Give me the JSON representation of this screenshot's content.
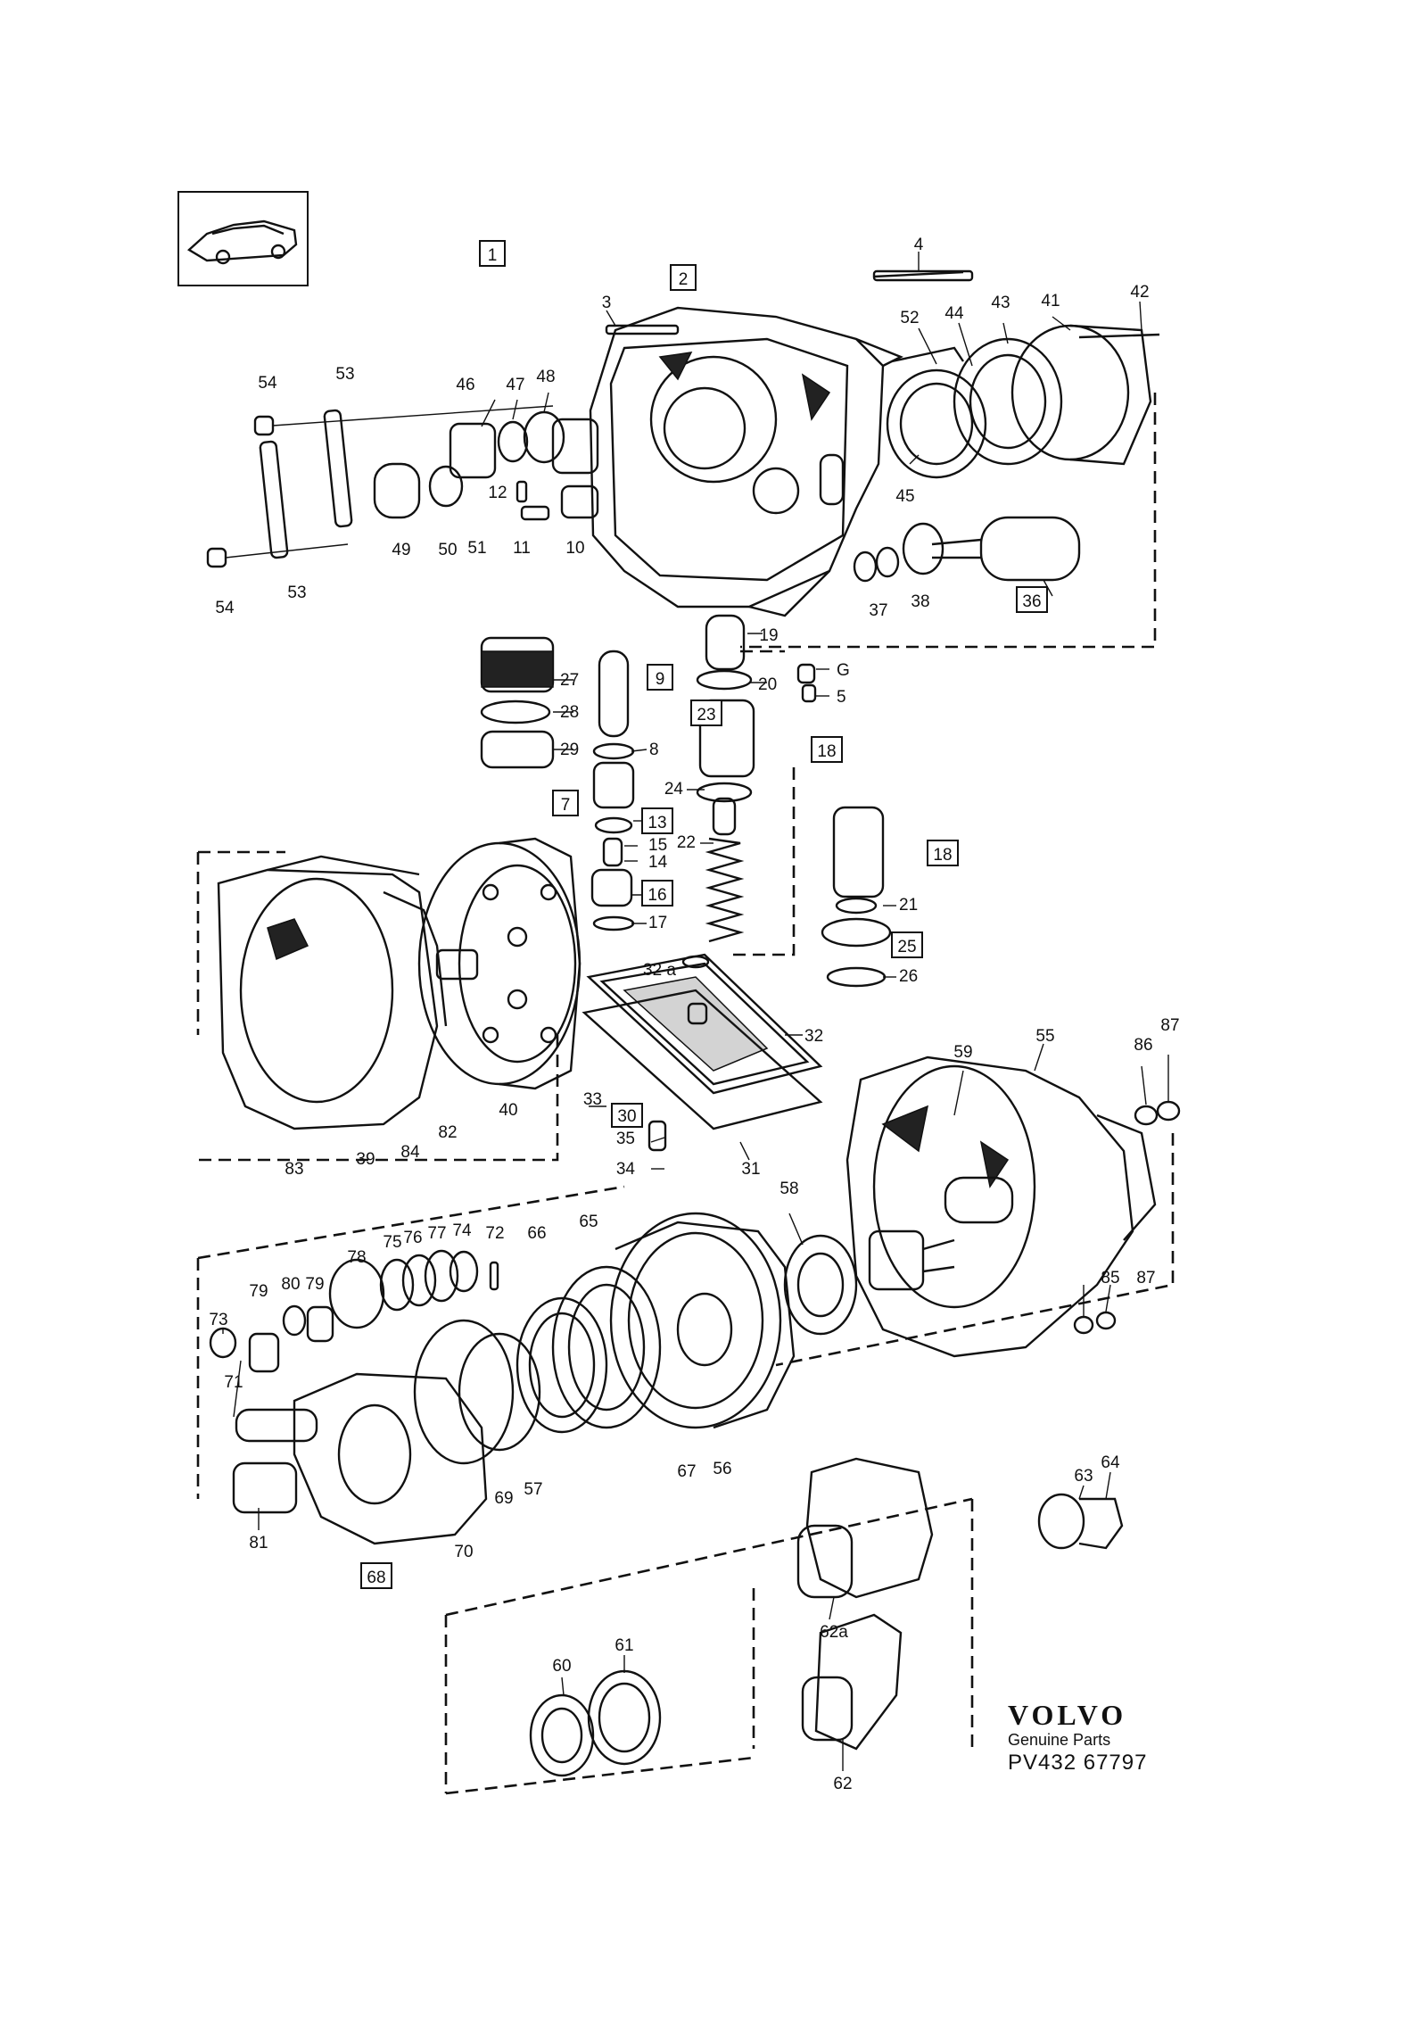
{
  "diagram": {
    "section_numbers": [
      "1",
      "2"
    ],
    "boxed_part_labels": [
      "9",
      "23",
      "18",
      "7",
      "13",
      "16",
      "18",
      "25",
      "30",
      "36",
      "68"
    ],
    "part_labels": [
      "4",
      "3",
      "52",
      "44",
      "43",
      "41",
      "42",
      "54",
      "53",
      "46",
      "47",
      "48",
      "49",
      "50",
      "51",
      "12",
      "11",
      "10",
      "45",
      "37",
      "38",
      "54",
      "53",
      "19",
      "G",
      "5",
      "27",
      "28",
      "29",
      "8",
      "20",
      "24",
      "22",
      "15",
      "14",
      "17",
      "21",
      "26",
      "32 a",
      "32",
      "33",
      "35",
      "34",
      "31",
      "83",
      "39",
      "84",
      "82",
      "40",
      "59",
      "55",
      "86",
      "87",
      "58",
      "85",
      "87",
      "73",
      "79",
      "80",
      "79",
      "78",
      "75",
      "76",
      "77",
      "74",
      "72",
      "66",
      "65",
      "71",
      "81",
      "69",
      "57",
      "67",
      "56",
      "70",
      "63",
      "64",
      "62a",
      "60",
      "61",
      "62"
    ]
  },
  "brand": {
    "name": "VOLVO",
    "subtitle": "Genuine Parts",
    "part_number": "PV432 67797"
  }
}
